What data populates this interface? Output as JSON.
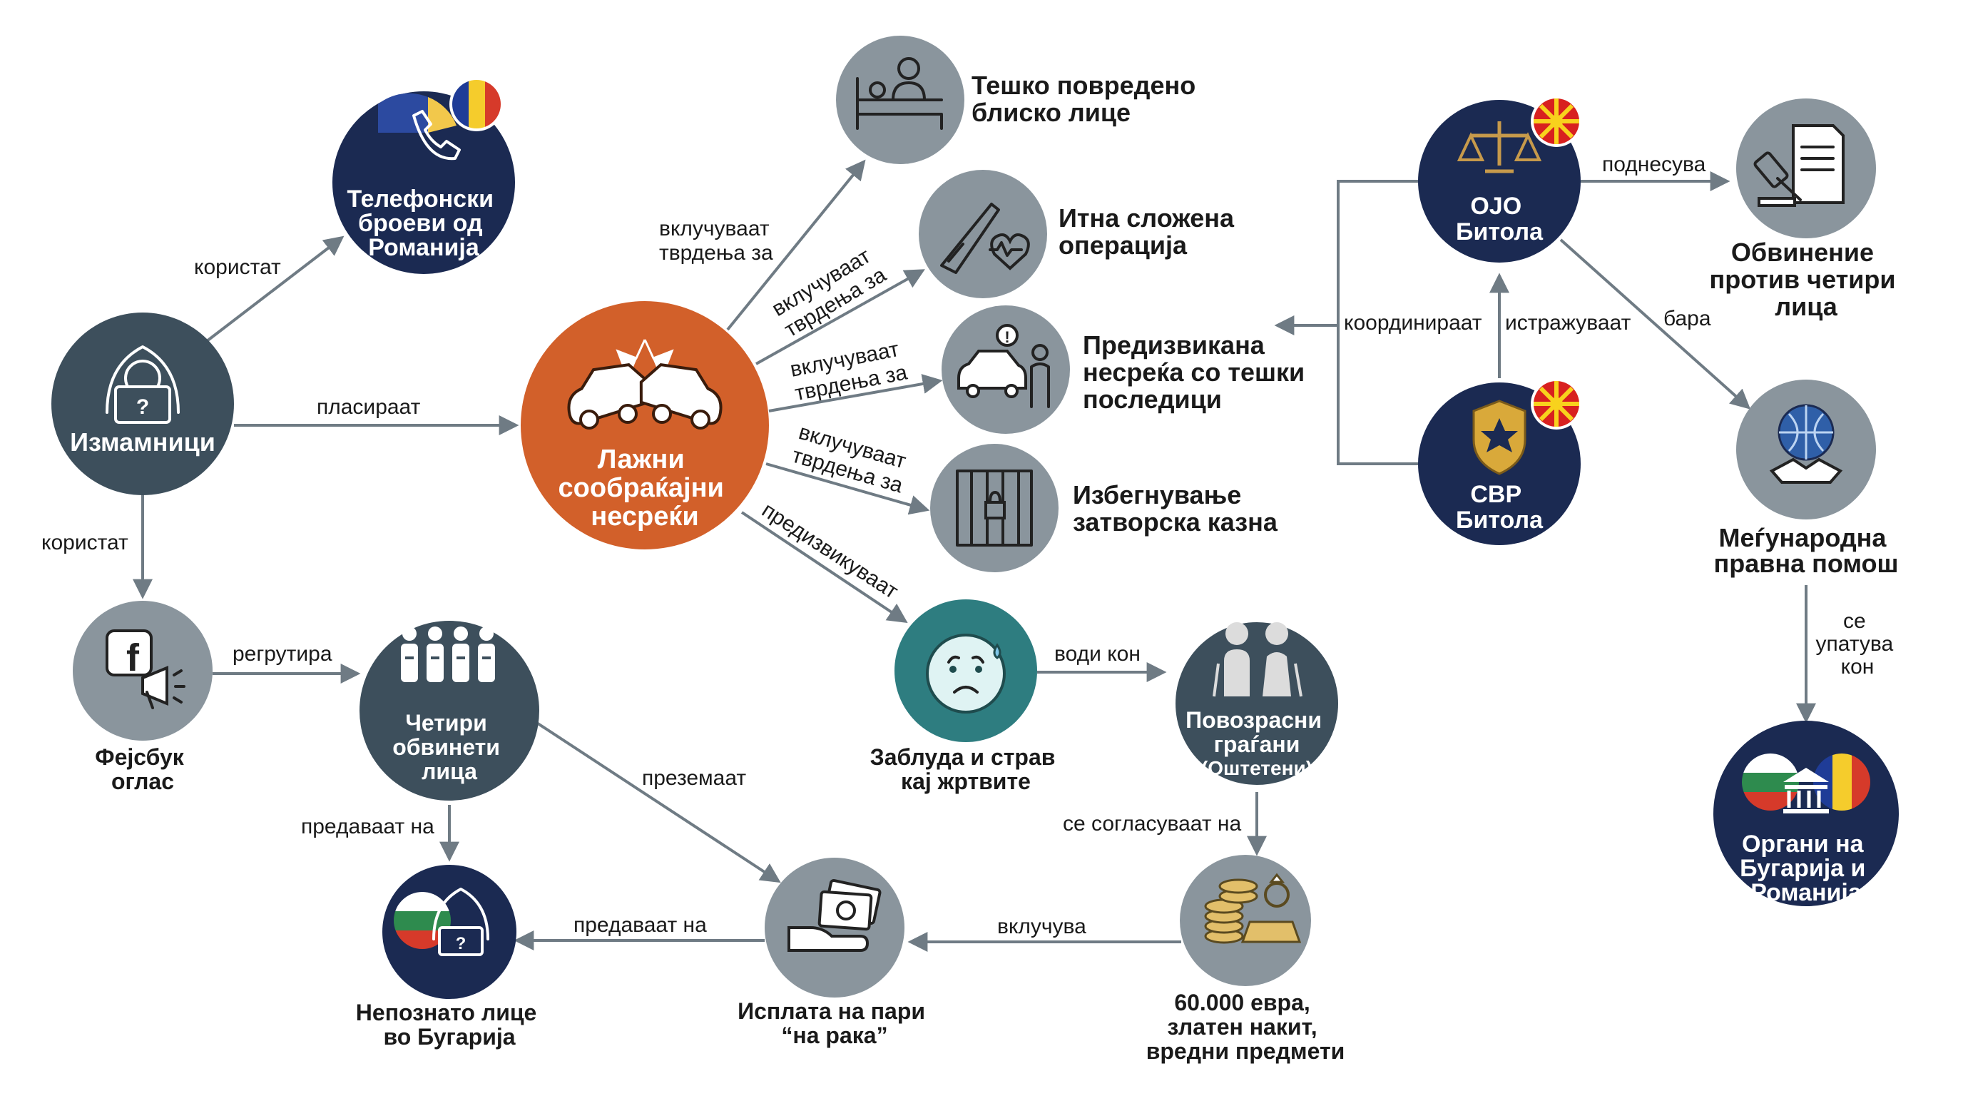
{
  "colors": {
    "navy": "#1b2a52",
    "slate": "#3d4f5c",
    "gray": "#8a959d",
    "orange": "#d2602a",
    "teal": "#2e7d80",
    "edge": "#6f7b84"
  },
  "nodes": {
    "scammers": {
      "label_lines": [
        "Измамници"
      ],
      "icon": "hacker-icon"
    },
    "phone_numbers": {
      "label_lines": [
        "Телефонски",
        "броеви од",
        "Романија"
      ],
      "icon": "phone-icon"
    },
    "fb_ad": {
      "label_lines": [
        "Фејсбук",
        "оглас"
      ],
      "icon": "facebook-megaphone-icon"
    },
    "four_accused": {
      "label_lines": [
        "Четири",
        "обвинети",
        "лица"
      ],
      "icon": "prisoners-icon"
    },
    "unknown_bg": {
      "label_lines": [
        "Непознато лице",
        "во Бугарија"
      ],
      "icon": "hacker-icon"
    },
    "cash_payment": {
      "label_lines": [
        "Исплата на пари",
        "“на рака”"
      ],
      "icon": "cash-hand-icon"
    },
    "fake_accidents": {
      "label_lines": [
        "Лажни",
        "сообраќајни",
        "несреќи"
      ],
      "icon": "car-crash-icon"
    },
    "injured_relative": {
      "label_lines": [
        "Тешко повредено",
        "блиско лице"
      ],
      "icon": "hospital-bed-icon"
    },
    "urgent_surgery": {
      "label_lines": [
        "Итна сложена",
        "операција"
      ],
      "icon": "scalpel-icon"
    },
    "caused_accident": {
      "label_lines": [
        "Предизвикана",
        "несреќа со тешки",
        "последици"
      ],
      "icon": "accident-police-icon"
    },
    "avoid_prison": {
      "label_lines": [
        "Избегнување",
        "затворска казна"
      ],
      "icon": "jail-icon"
    },
    "fear": {
      "label_lines": [
        "Заблуда и страв",
        "кај жртвите"
      ],
      "icon": "anxious-face-icon"
    },
    "elderly": {
      "label_lines": [
        "Повозрасни",
        "граѓани"
      ],
      "sub": "(Оштетени)",
      "icon": "elderly-couple-icon"
    },
    "valuables": {
      "label_lines": [
        "60.000 евра,",
        "златен накит,",
        "вредни предмети"
      ],
      "icon": "gold-coins-icon"
    },
    "ojo": {
      "label_lines": [
        "ОЈО",
        "Битола"
      ],
      "icon": "scales-icon"
    },
    "svr": {
      "label_lines": [
        "СВР",
        "Битола"
      ],
      "icon": "police-badge-icon"
    },
    "indictment": {
      "label_lines": [
        "Обвинение",
        "против четири",
        "лица"
      ],
      "icon": "gavel-document-icon"
    },
    "legal_help": {
      "label_lines": [
        "Меѓународна",
        "правна помош"
      ],
      "icon": "globe-handshake-icon"
    },
    "authorities": {
      "label_lines": [
        "Органи на",
        "Бугарија и",
        "Романија"
      ],
      "icon": "government-building-icon"
    }
  },
  "edges": {
    "use_1": {
      "lines": [
        "користат"
      ]
    },
    "place": {
      "lines": [
        "пласираат"
      ]
    },
    "use_2": {
      "lines": [
        "користат"
      ]
    },
    "recruit": {
      "lines": [
        "регрутира"
      ]
    },
    "hand_over_1": {
      "lines": [
        "предаваат на"
      ]
    },
    "take_over": {
      "lines": [
        "преземаат"
      ]
    },
    "hand_over_2": {
      "lines": [
        "предаваат на"
      ]
    },
    "claim_1": {
      "lines": [
        "вклучуваат",
        "тврдења за"
      ]
    },
    "claim_2": {
      "lines": [
        "вклучуваат",
        "тврдења за"
      ]
    },
    "claim_3": {
      "lines": [
        "вклучуваат",
        "тврдења за"
      ]
    },
    "claim_4": {
      "lines": [
        "вклучуваат",
        "тврдења за"
      ]
    },
    "provoke": {
      "lines": [
        "предизвикуваат"
      ]
    },
    "lead_to": {
      "lines": [
        "води кон"
      ]
    },
    "agree": {
      "lines": [
        "се согласуваат на"
      ]
    },
    "include": {
      "lines": [
        "вклучува"
      ]
    },
    "file": {
      "lines": [
        "поднесува"
      ]
    },
    "coordinate": {
      "lines": [
        "координираат"
      ]
    },
    "investigate": {
      "lines": [
        "истражуваат"
      ]
    },
    "request": {
      "lines": [
        "бара"
      ]
    },
    "refer": {
      "lines": [
        "се",
        "упатува",
        "кон"
      ]
    }
  }
}
